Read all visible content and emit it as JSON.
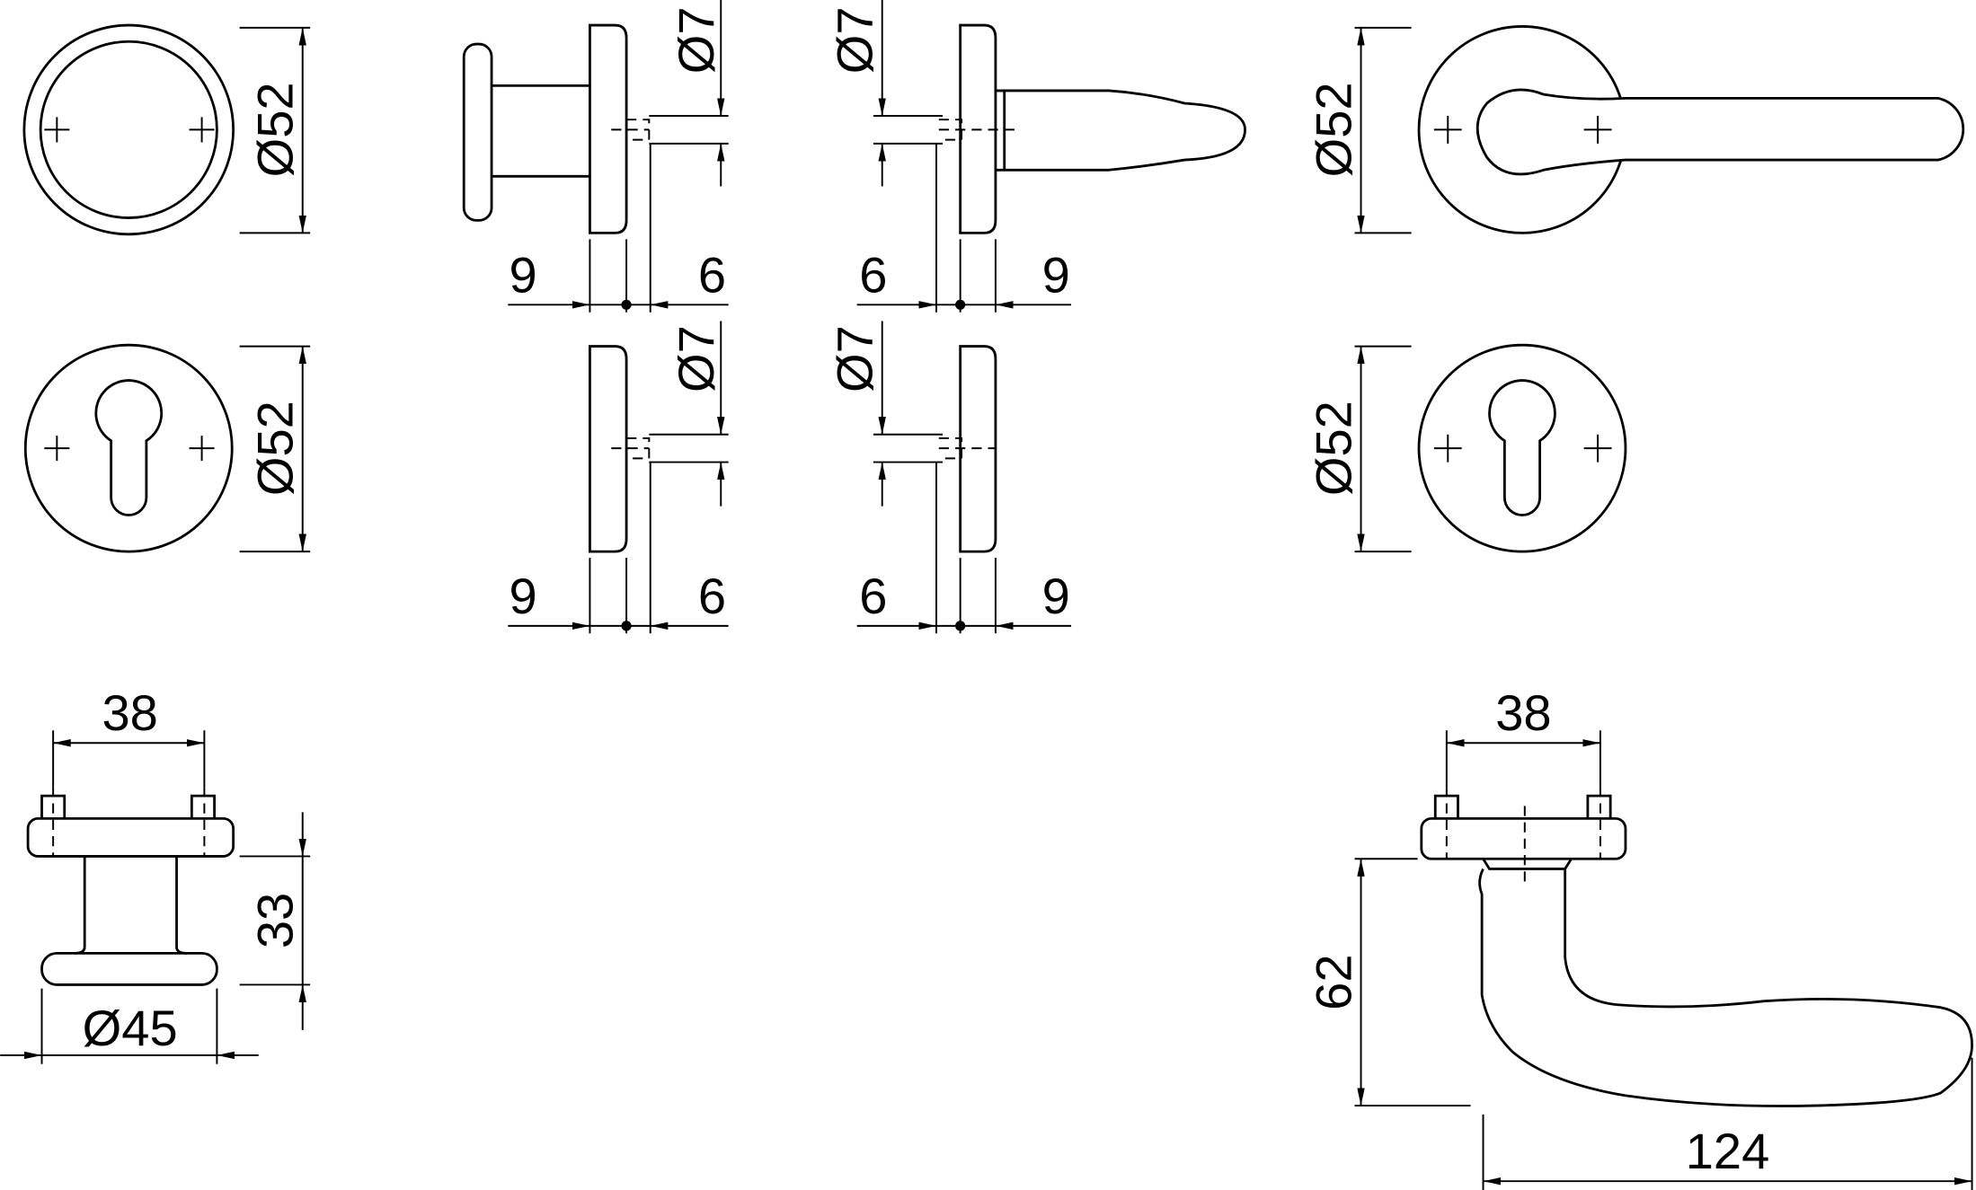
{
  "drawing": {
    "rose_top": {
      "diameter_label": "Ø52"
    },
    "escutcheon_left": {
      "diameter_label": "Ø52"
    },
    "knob_side_top": {
      "spindle_label": "Ø7",
      "left_dim": "9",
      "right_dim": "6"
    },
    "lever_side_top": {
      "spindle_label": "Ø7",
      "left_dim": "6",
      "right_dim": "9"
    },
    "rose_lever_front": {
      "diameter_label": "Ø52"
    },
    "plate_side_mid_left": {
      "spindle_label": "Ø7",
      "left_dim": "9",
      "right_dim": "6"
    },
    "plate_side_mid_right": {
      "spindle_label": "Ø7",
      "left_dim": "6",
      "right_dim": "9"
    },
    "escutcheon_right": {
      "diameter_label": "Ø52"
    },
    "knob_profile": {
      "width_label": "38",
      "height_label": "33",
      "diameter_label": "Ø45"
    },
    "lever_profile": {
      "width_label": "38",
      "height_label": "62",
      "length_label": "124"
    }
  }
}
